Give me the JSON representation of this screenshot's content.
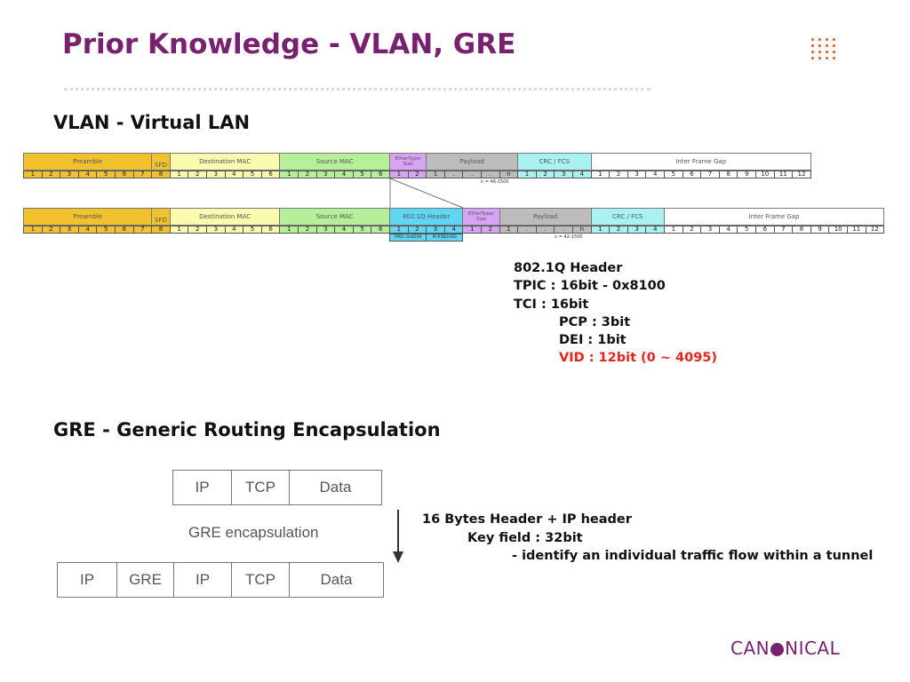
{
  "title": "Prior Knowledge - VLAN, GRE",
  "vlan": {
    "heading": "VLAN - Virtual LAN",
    "frame1": {
      "fields": [
        "Preamble",
        "SFD",
        "Destination MAC",
        "Source MAC",
        "EtherType/ Size",
        "Payload",
        "CRC / FCS",
        "Inter Frame Gap"
      ],
      "preamble_bytes": [
        "1",
        "2",
        "3",
        "4",
        "5",
        "6",
        "7"
      ],
      "sfd_byte": "8",
      "dest_bytes": [
        "1",
        "2",
        "3",
        "4",
        "5",
        "6"
      ],
      "src_bytes": [
        "1",
        "2",
        "3",
        "4",
        "5",
        "6"
      ],
      "eth_bytes": [
        "1",
        "2"
      ],
      "payload_bytes": [
        "1",
        ".",
        ".",
        ".",
        "n"
      ],
      "crc_bytes": [
        "1",
        "2",
        "3",
        "4"
      ],
      "gap_bytes": [
        "1",
        "2",
        "3",
        "4",
        "5",
        "6",
        "7",
        "8",
        "9",
        "10",
        "11",
        "12"
      ],
      "payload_note": "n = 46-1500"
    },
    "frame2": {
      "fields": [
        "Preamble",
        "SFD",
        "Destination MAC",
        "Source MAC",
        "802.1Q Header",
        "EtherType/ Size",
        "Payload",
        "CRC / FCS",
        "Inter Frame Gap"
      ],
      "preamble_bytes": [
        "1",
        "2",
        "3",
        "4",
        "5",
        "6",
        "7"
      ],
      "sfd_byte": "8",
      "dest_bytes": [
        "1",
        "2",
        "3",
        "4",
        "5",
        "6"
      ],
      "src_bytes": [
        "1",
        "2",
        "3",
        "4",
        "5",
        "6"
      ],
      "q_bytes": [
        "1",
        "2",
        "3",
        "4"
      ],
      "eth_bytes": [
        "1",
        "2"
      ],
      "payload_bytes": [
        "1",
        ".",
        ".",
        ".",
        "n"
      ],
      "crc_bytes": [
        "1",
        "2",
        "3",
        "4"
      ],
      "gap_bytes": [
        "1",
        "2",
        "3",
        "4",
        "5",
        "6",
        "7",
        "8",
        "9",
        "10",
        "11",
        "12"
      ],
      "sub_labels": [
        "TPID=0x8100",
        "PCP/DEI/VID"
      ],
      "payload_note": "n = 42-1500"
    },
    "description": {
      "line1": "802.1Q Header",
      "line2": "TPIC : 16bit - 0x8100",
      "line3": "TCI : 16bit",
      "line4": "PCP : 3bit",
      "line5": "DEI :  1bit",
      "line6": "VID : 12bit (0 ~ 4095)"
    },
    "colors": {
      "preamble": "#f2c12e",
      "dest_mac": "#fafaaf",
      "src_mac": "#b6ef9a",
      "ethertype": "#d7a3f5",
      "payload": "#bcbcbc",
      "crc": "#a9f2f2",
      "q_header": "#5fd7f2",
      "vid_text": "#e5261c"
    }
  },
  "gre": {
    "heading": "GRE - Generic Routing Encapsulation",
    "top_packet": [
      "IP",
      "TCP",
      "Data"
    ],
    "label": "GRE encapsulation",
    "bottom_packet": [
      "IP",
      "GRE",
      "IP",
      "TCP",
      "Data"
    ],
    "description": {
      "line1": "16 Bytes Header + IP header",
      "line2": "Key field : 32bit",
      "line3": "- identify an individual traffic flow within a tunnel"
    }
  },
  "logo": {
    "before": "CAN",
    "after": "NICAL"
  },
  "brand_colors": {
    "aubergine": "#77216F",
    "orange": "#E95420"
  },
  "icons": [
    "dot-grid-icon",
    "arrow-down-icon"
  ]
}
